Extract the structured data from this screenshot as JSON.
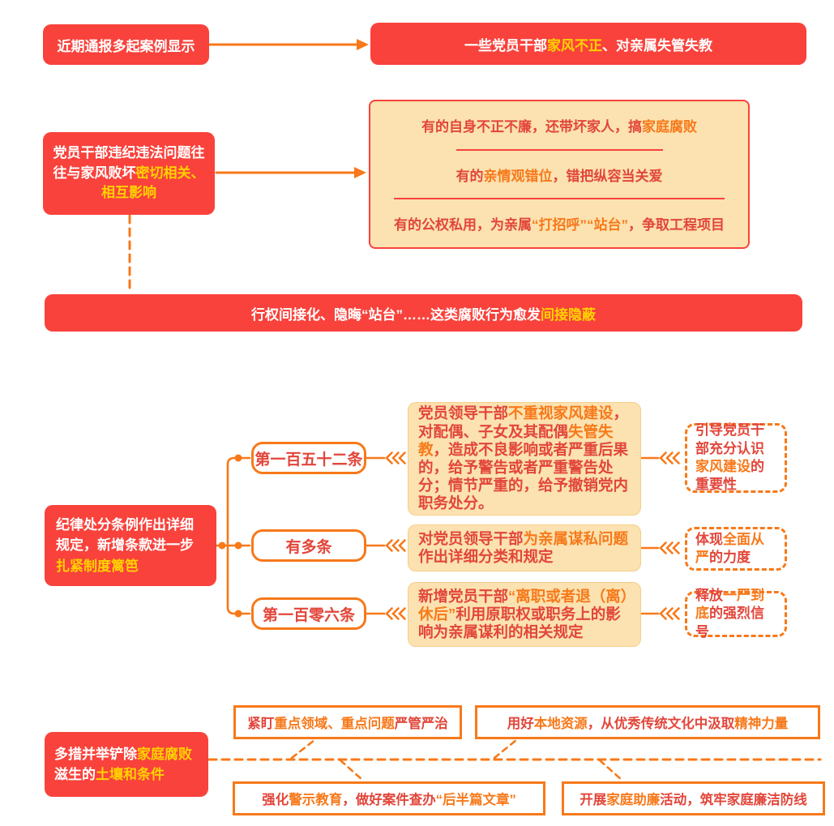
{
  "colors": {
    "brand-red": "#F9423C",
    "accent-orange": "#F7791A",
    "highlight-yellow": "#FFD200",
    "cream": "#FBE2B0",
    "text-red": "#E2463A"
  },
  "cases": {
    "trigger": [
      [
        "近期通报多起案例显示",
        "w"
      ]
    ],
    "finding": [
      [
        "一些党员干部",
        "w"
      ],
      [
        "家风不正",
        "y"
      ],
      [
        "、对亲属失管失教",
        "w"
      ]
    ]
  },
  "correlation": {
    "statement": [
      [
        "党员干部违纪违法问题往往与家风败坏",
        "w"
      ],
      [
        "密切相关、相互影响",
        "y"
      ]
    ],
    "examples": [
      [
        [
          "有的自身不正不廉，还带坏家人，搞",
          "r"
        ],
        [
          "家庭腐败",
          "o"
        ]
      ],
      [
        [
          "有的",
          "r"
        ],
        [
          "亲情观错位",
          "o"
        ],
        [
          "，错把纵容当关爱",
          "r"
        ]
      ],
      [
        [
          "有的公权私用，为亲属",
          "r"
        ],
        [
          "“打招呼”“站台”",
          "o"
        ],
        [
          "，争取工程项目",
          "r"
        ]
      ]
    ],
    "trend": [
      [
        "行权间接化、隐晦“站台”……这类腐败行为愈发",
        "w"
      ],
      [
        "间接隐蔽",
        "y"
      ]
    ]
  },
  "regulations": {
    "intro": [
      [
        "纪律处分条例作出详细规定，新增条款进一步",
        "w"
      ],
      [
        "扎紧制度篱笆",
        "y"
      ]
    ],
    "items": [
      {
        "article": "第一百五十二条",
        "content": [
          [
            "党员领导干部",
            "r"
          ],
          [
            "不重视家风建设",
            "o"
          ],
          [
            "，对配偶、子女及其配偶",
            "r"
          ],
          [
            "失管失教",
            "o"
          ],
          [
            "，造成不良影响或者严重后果的，给予警告或者严重警告处分；情节严重的，给予撤销党内职务处分。",
            "r"
          ]
        ],
        "significance": [
          [
            "引导党员干部充分认识",
            "r"
          ],
          [
            "家风建设",
            "o"
          ],
          [
            "的重要性",
            "r"
          ]
        ]
      },
      {
        "article": "有多条",
        "content": [
          [
            "对党员领导干部",
            "r"
          ],
          [
            "为亲属谋私问题",
            "o"
          ],
          [
            "作出详细分类和规定",
            "r"
          ]
        ],
        "significance": [
          [
            "体现",
            "r"
          ],
          [
            "全面从严",
            "o"
          ],
          [
            "的力度",
            "r"
          ]
        ]
      },
      {
        "article": "第一百零六条",
        "content": [
          [
            "新增党员干部",
            "r"
          ],
          [
            "“离职或者退（离）休后”",
            "o"
          ],
          [
            "利用原职权或职务上的影响为亲属谋利的相关规定",
            "r"
          ]
        ],
        "significance": [
          [
            "释放",
            "r"
          ],
          [
            "一严到底",
            "o"
          ],
          [
            "的强烈信号",
            "r"
          ]
        ]
      }
    ]
  },
  "measures": {
    "intro": [
      [
        "多措并举铲除",
        "w"
      ],
      [
        "家庭腐败",
        "y"
      ],
      [
        "滋生的",
        "w"
      ],
      [
        "土壤和条件",
        "y"
      ]
    ],
    "items": [
      [
        [
          "紧盯",
          "r"
        ],
        [
          "重点领域、重点问题",
          "o"
        ],
        [
          "严管严治",
          "r"
        ]
      ],
      [
        [
          "用好",
          "r"
        ],
        [
          "本地资源",
          "o"
        ],
        [
          "，从优秀传统文化中汲取",
          "r"
        ],
        [
          "精神力量",
          "o"
        ]
      ],
      [
        [
          "强化",
          "r"
        ],
        [
          "警示教育",
          "o"
        ],
        [
          "，做好案件查办",
          "r"
        ],
        [
          "“后半篇文章”",
          "o"
        ]
      ],
      [
        [
          "开展",
          "r"
        ],
        [
          "家庭助廉",
          "o"
        ],
        [
          "活动，筑牢家庭廉洁防线",
          "r"
        ]
      ]
    ]
  }
}
